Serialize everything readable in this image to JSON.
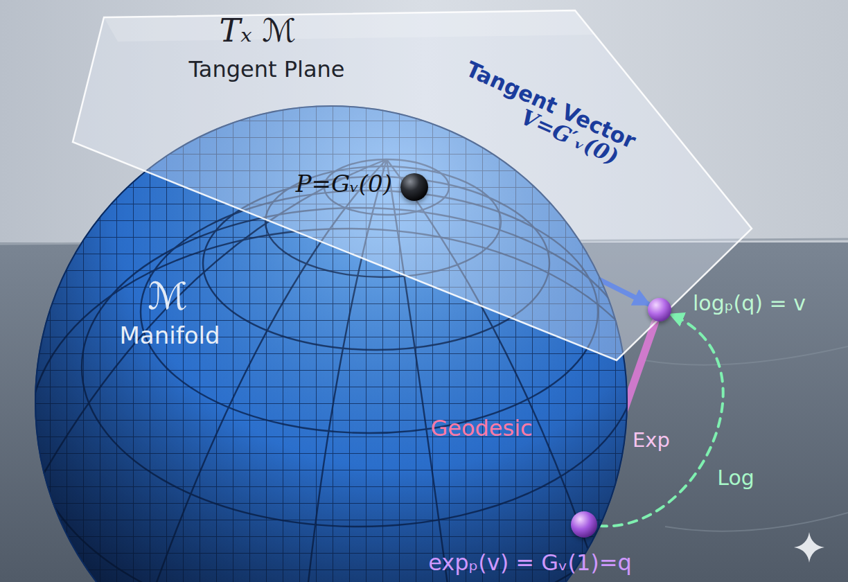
{
  "diagram": {
    "nodes": [
      {
        "text": [
          "Tₓ ℳ",
          "Tangent Plane"
        ]
      },
      {
        "text": [
          "ℳ",
          "Manifold"
        ]
      },
      {
        "text": [
          "P=Gᵥ(0)"
        ]
      },
      {
        "text": [
          "logₚ(q) = v"
        ]
      },
      {
        "text": [
          "expₚ(v) = Gᵥ(1)=q"
        ]
      }
    ],
    "edges": [
      {
        "from": 2,
        "to": 3,
        "label": "Tangent Vector",
        "arrow": "to"
      },
      {
        "from": 2,
        "to": 4,
        "label": "Geodesic",
        "arrow": "to"
      },
      {
        "from": 3,
        "to": 4,
        "label": "Exp",
        "arrow": "to"
      },
      {
        "from": 4,
        "to": 3,
        "label": "Log",
        "arrow": "to"
      }
    ],
    "labels": [
      "V=G′ᵥ(0)"
    ]
  }
}
